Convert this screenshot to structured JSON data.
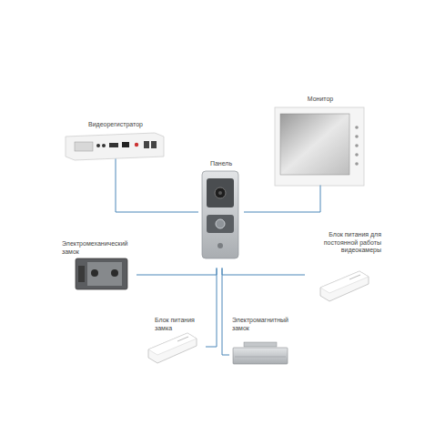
{
  "diagram": {
    "nodes": [
      {
        "text": [
          "Видеорегистратор"
        ]
      },
      {
        "text": [
          "Монитор"
        ]
      },
      {
        "text": [
          "Панель"
        ]
      },
      {
        "text": [
          "Электромеханический замок"
        ]
      },
      {
        "text": [
          "Блок питания для постоянной работы видеокамеры"
        ]
      },
      {
        "text": [
          "Блок питания замка"
        ]
      },
      {
        "text": [
          "Электромагнитный замок"
        ]
      }
    ],
    "edges": [
      {
        "from": 2,
        "to": 0,
        "arrow": "none"
      },
      {
        "from": 2,
        "to": 1,
        "arrow": "none"
      },
      {
        "from": 2,
        "to": 3,
        "arrow": "none"
      },
      {
        "from": 2,
        "to": 4,
        "arrow": "none"
      },
      {
        "from": 2,
        "to": 5,
        "arrow": "none"
      },
      {
        "from": 2,
        "to": 6,
        "arrow": "none"
      }
    ]
  }
}
